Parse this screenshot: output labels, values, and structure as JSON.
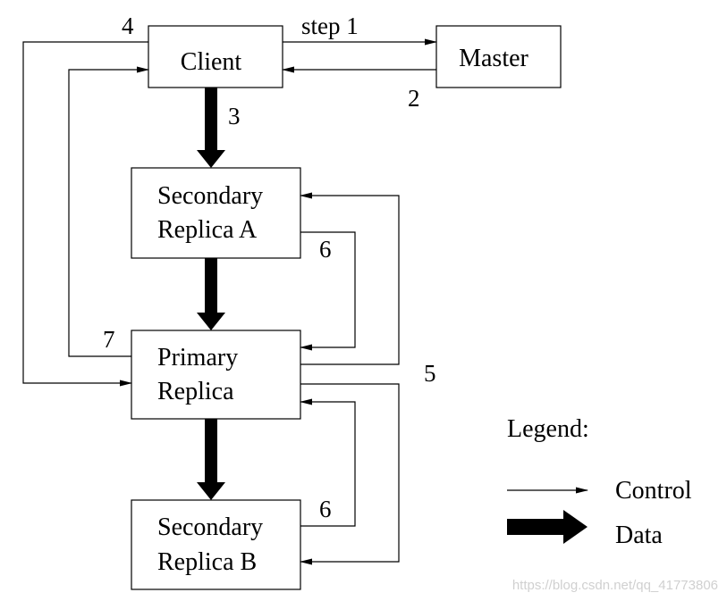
{
  "nodes": {
    "client": "Client",
    "master": "Master",
    "secondary_a": [
      "Secondary",
      "Replica A"
    ],
    "primary": [
      "Primary",
      "Replica"
    ],
    "secondary_b": [
      "Secondary",
      "Replica B"
    ]
  },
  "steps": {
    "step1": "step 1",
    "step2": "2",
    "step3": "3",
    "step4": "4",
    "step5": "5",
    "step6a": "6",
    "step6b": "6",
    "step7": "7"
  },
  "legend": {
    "title": "Legend:",
    "control": "Control",
    "data": "Data"
  },
  "watermark": "https://blog.csdn.net/qq_41773806",
  "colors": {
    "line": "#000000",
    "background": "#ffffff",
    "watermark": "#d0d0d0"
  }
}
